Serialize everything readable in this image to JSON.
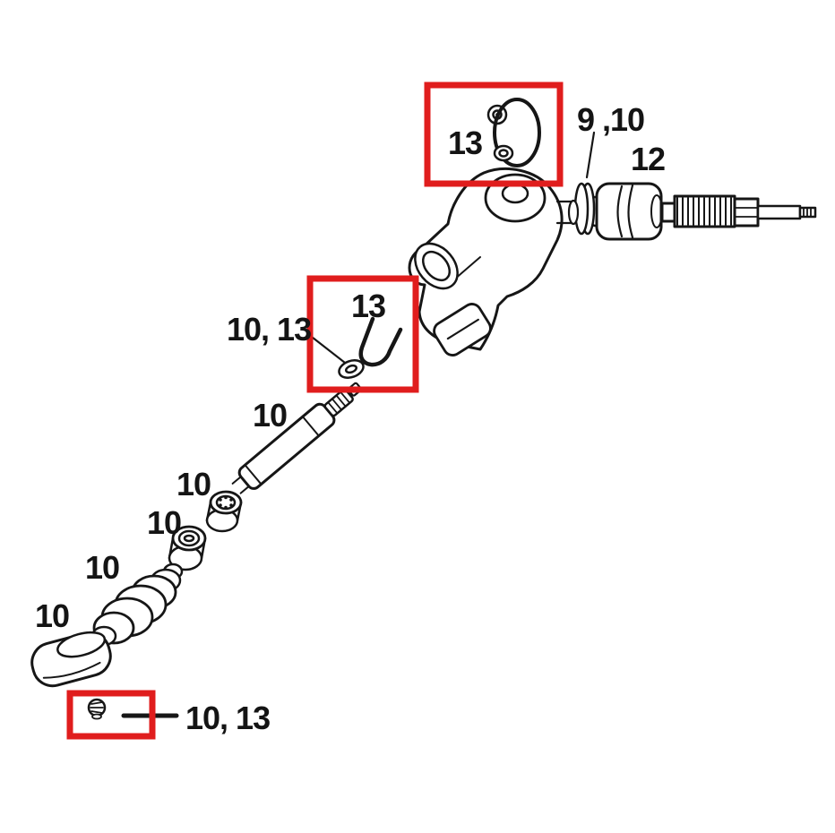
{
  "diagram": {
    "kind": "exploded-parts-diagram"
  },
  "colors": {
    "highlight": "#e01d1d",
    "ink": "#161616",
    "background": "#ffffff"
  },
  "labels": {
    "top13": "13",
    "nine_ten": "9 ,10",
    "twelve": "12",
    "ten_thirteen_mid": "10, 13",
    "mid13": "13",
    "ten_shaft": "10",
    "ten_spline": "10",
    "ten_bushing": "10",
    "ten_boot": "10",
    "ten_paddle": "10",
    "ten_thirteen_bottom": "10, 13"
  }
}
